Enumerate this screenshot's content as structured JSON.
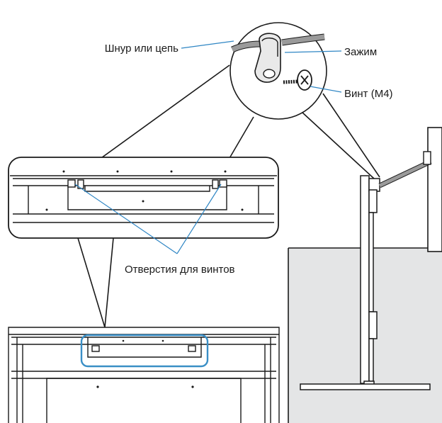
{
  "labels": {
    "cord": "Шнур или цепь",
    "clamp": "Зажим",
    "screw": "Винт (M4)",
    "holes": "Отверстия для винтов"
  },
  "colors": {
    "leader": "#2f86c4",
    "highlight": "#3a8fc6",
    "line": "#1a1a1a",
    "wall": "#e4e5e6",
    "cord": "#9a9a9a"
  }
}
